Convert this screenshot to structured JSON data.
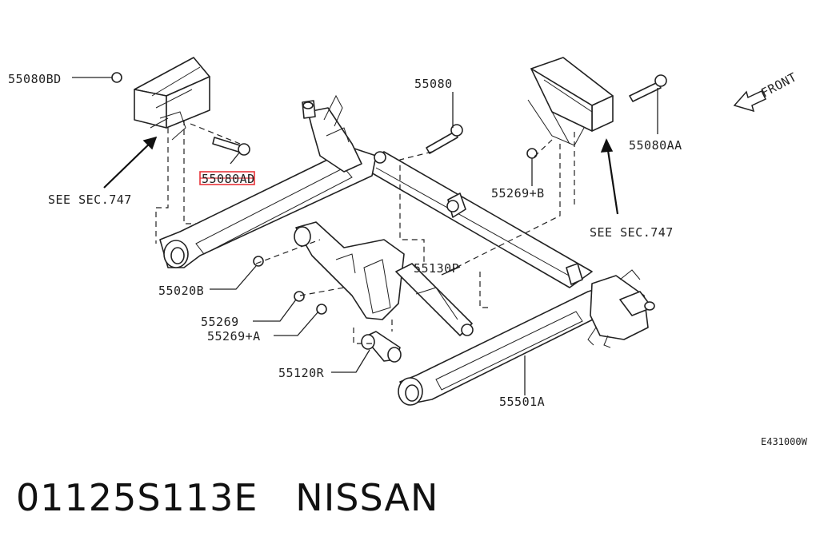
{
  "labels": {
    "l_55080BD": "55080BD",
    "l_55080": "55080",
    "l_55080AA": "55080AA",
    "l_55080AD": "55080AD",
    "l_55269B": "55269+B",
    "l_see1": "SEE SEC.747",
    "l_see2": "SEE SEC.747",
    "l_55020B": "55020B",
    "l_55130P": "55130P",
    "l_55269": "55269",
    "l_55269A": "55269+A",
    "l_55120R": "55120R",
    "l_55501A": "55501A",
    "l_front": "FRONT",
    "l_code": "E431000W"
  },
  "highlight_color": "#e8343a",
  "footer": {
    "part_number": "01125S113E",
    "brand": "NISSAN"
  }
}
